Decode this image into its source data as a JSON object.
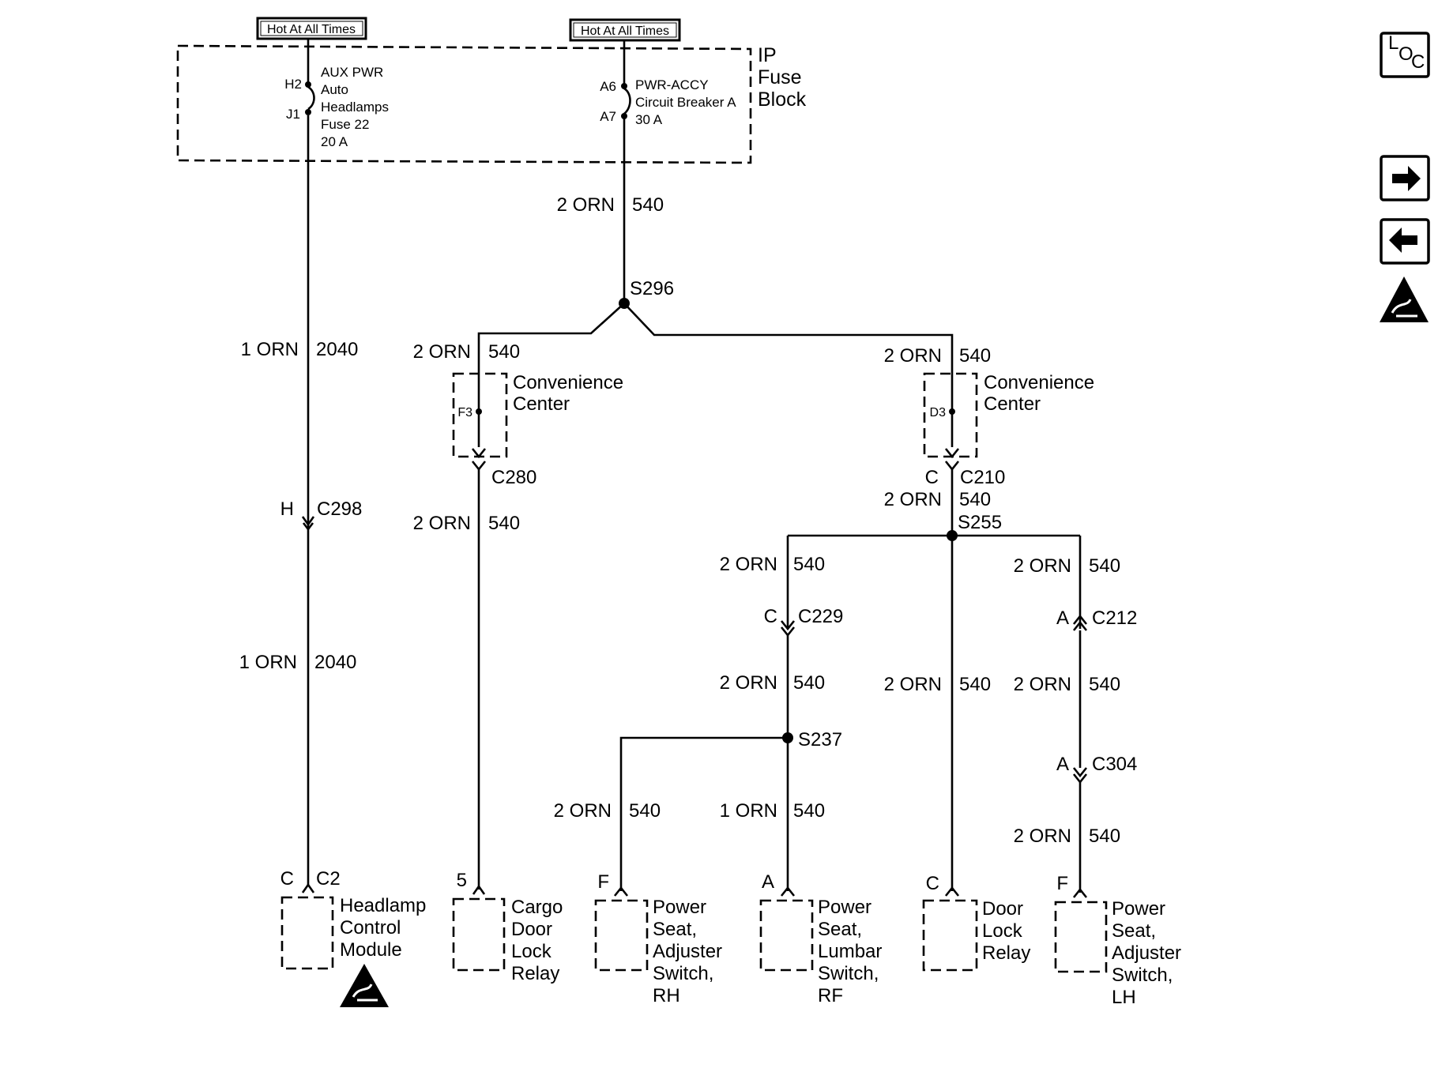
{
  "hot_labels": [
    "Hot At All Times",
    "Hot At All Times"
  ],
  "fuse_block": {
    "line1": "IP",
    "line2": "Fuse",
    "line3": "Block"
  },
  "fuse": {
    "pin_in": "H2",
    "pin_out": "J1",
    "line1": "AUX PWR",
    "line2": "Auto",
    "line3": "Headlamps",
    "line4": "Fuse 22",
    "line5": "20 A"
  },
  "breaker": {
    "pin_in": "A6",
    "pin_out": "A7",
    "line1": "PWR-ACCY",
    "line2": "Circuit Breaker A",
    "line3": "30 A"
  },
  "splices": {
    "s296": "S296",
    "s255": "S255",
    "s237": "S237"
  },
  "wires": {
    "w1": {
      "gauge": "2 ORN",
      "circuit": "540"
    },
    "w2": {
      "gauge": "1 ORN",
      "circuit": "2040"
    },
    "w3": {
      "gauge": "2 ORN",
      "circuit": "540"
    },
    "w4": {
      "gauge": "2 ORN",
      "circuit": "540"
    },
    "w5": {
      "gauge": "2 ORN",
      "circuit": "540"
    },
    "w6": {
      "gauge": "2 ORN",
      "circuit": "540"
    },
    "w7": {
      "gauge": "2 ORN",
      "circuit": "540"
    },
    "w8": {
      "gauge": "2 ORN",
      "circuit": "540"
    },
    "w9": {
      "gauge": "1 ORN",
      "circuit": "2040"
    },
    "w10": {
      "gauge": "2 ORN",
      "circuit": "540"
    },
    "w11": {
      "gauge": "2 ORN",
      "circuit": "540"
    },
    "w12": {
      "gauge": "2 ORN",
      "circuit": "540"
    },
    "w13": {
      "gauge": "2 ORN",
      "circuit": "540"
    },
    "w14": {
      "gauge": "1 ORN",
      "circuit": "540"
    },
    "w15": {
      "gauge": "2 ORN",
      "circuit": "540"
    }
  },
  "conv_left": {
    "line1": "Convenience",
    "line2": "Center",
    "pin": "F3"
  },
  "conv_right": {
    "line1": "Convenience",
    "line2": "Center",
    "pin": "D3"
  },
  "connectors": {
    "c280": {
      "name": "C280",
      "pin": ""
    },
    "c210": {
      "name": "C210",
      "pin": "C"
    },
    "c298": {
      "name": "C298",
      "pin": "H"
    },
    "c229": {
      "name": "C229",
      "pin": "C"
    },
    "c212": {
      "name": "C212",
      "pin": "A"
    },
    "c304": {
      "name": "C304",
      "pin": "A"
    },
    "c2": {
      "name": "C2",
      "pin": "C"
    }
  },
  "components": {
    "headlamp": {
      "pin": "C",
      "line1": "Headlamp",
      "line2": "Control",
      "line3": "Module"
    },
    "cargo": {
      "pin": "5",
      "line1": "Cargo",
      "line2": "Door",
      "line3": "Lock",
      "line4": "Relay"
    },
    "seat_rh": {
      "pin": "F",
      "line1": "Power",
      "line2": "Seat,",
      "line3": "Adjuster",
      "line4": "Switch,",
      "line5": "RH"
    },
    "seat_rf": {
      "pin": "A",
      "line1": "Power",
      "line2": "Seat,",
      "line3": "Lumbar",
      "line4": "Switch,",
      "line5": "RF"
    },
    "door": {
      "pin": "C",
      "line1": "Door",
      "line2": "Lock",
      "line3": "Relay"
    },
    "seat_lh": {
      "pin": "F",
      "line1": "Power",
      "line2": "Seat,",
      "line3": "Adjuster",
      "line4": "Switch,",
      "line5": "LH"
    }
  },
  "nav": {
    "loc_l": "L",
    "loc_o": "O",
    "loc_c": "C"
  },
  "icons": [
    "esd-warning-icon",
    "right-arrow-icon",
    "left-arrow-icon"
  ]
}
